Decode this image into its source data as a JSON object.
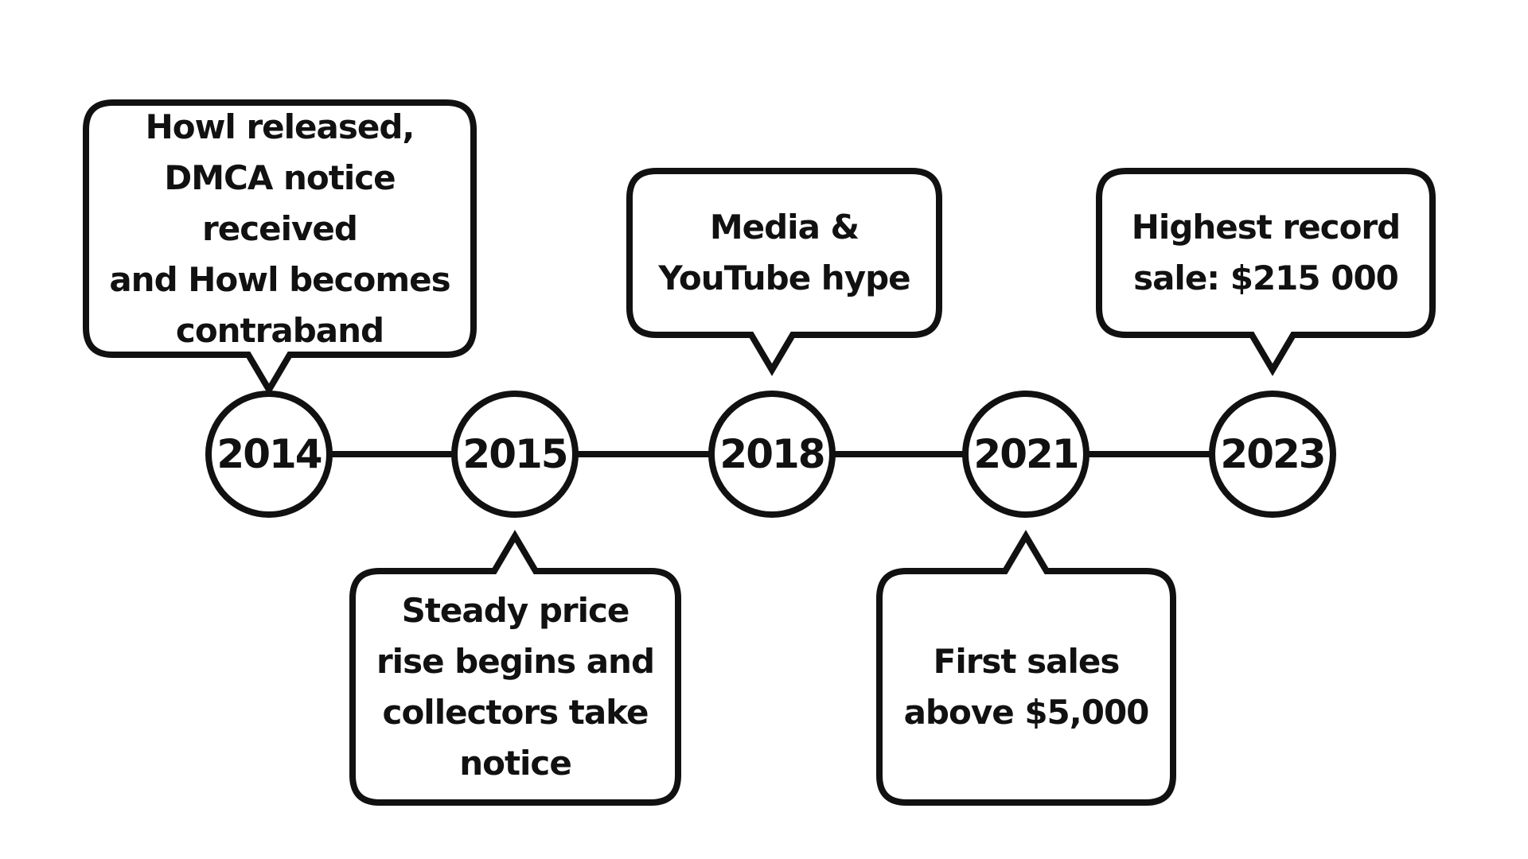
{
  "timeline": {
    "events": [
      {
        "year": "2014",
        "text": "Howl released,\nDMCA notice received\nand Howl becomes\ncontraband"
      },
      {
        "year": "2015",
        "text": "Steady price\nrise begins and\ncollectors take\nnotice"
      },
      {
        "year": "2018",
        "text": "Media &\nYouTube hype"
      },
      {
        "year": "2021",
        "text": "First sales\nabove $5,000"
      },
      {
        "year": "2023",
        "text": "Highest record\nsale: $215 000"
      }
    ],
    "stroke_color": "#111111",
    "fill_color": "#ffffff"
  }
}
